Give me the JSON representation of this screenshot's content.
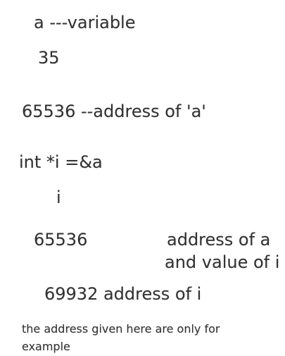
{
  "variable": {
    "label": "a  ---variable",
    "value": "35",
    "address_line": "65536 --address of 'a'"
  },
  "pointer": {
    "declaration": "int *i =&a",
    "name": "i",
    "value": "65536",
    "note_line1": "address of a",
    "note_line2": "and value of i",
    "address_line": "69932 address of i"
  },
  "footnote": "the address given here are only for example"
}
